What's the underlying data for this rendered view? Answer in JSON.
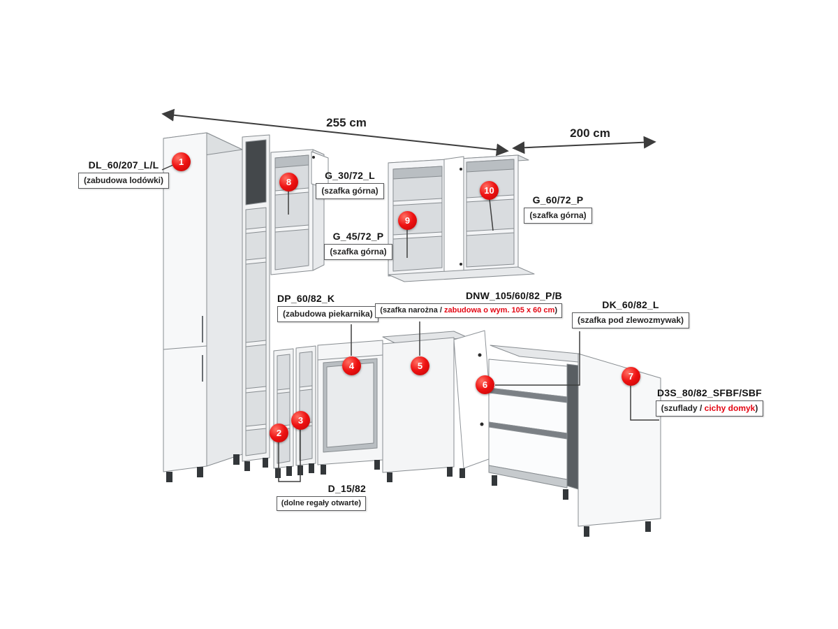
{
  "dimensions": {
    "width_label": "255 cm",
    "depth_label": "200 cm"
  },
  "colors": {
    "marker_red": "#e30613",
    "accent_red": "#e30613",
    "line_dark": "#3e3e3e",
    "cabinet_stroke": "#878c90"
  },
  "markers": [
    "1",
    "2",
    "3",
    "4",
    "5",
    "6",
    "7",
    "8",
    "9",
    "10"
  ],
  "labels": {
    "dl": {
      "code": "DL_60/207_L/L",
      "desc": "(zabudowa lodówki)"
    },
    "g30": {
      "code": "G_30/72_L",
      "desc": "(szafka górna)"
    },
    "g45": {
      "code": "G_45/72_P",
      "desc": "(szafka górna)"
    },
    "g60": {
      "code": "G_60/72_P",
      "desc": "(szafka górna)"
    },
    "dp": {
      "code": "DP_60/82_K",
      "desc": "(zabudowa piekarnika)"
    },
    "dnw": {
      "code": "DNW_105/60/82_P/B",
      "desc_prefix": "(szafka narożna / ",
      "desc_red": "zabudowa o wym. 105 x 60 cm",
      "desc_suffix": ")"
    },
    "dk": {
      "code": "DK_60/82_L",
      "desc": "(szafka pod zlewozmywak)"
    },
    "d3s": {
      "code": "D3S_80/82_SFBF/SBF",
      "desc_prefix": "(szuflady / ",
      "desc_red": "cichy domyk",
      "desc_suffix": ")"
    },
    "d15": {
      "code": "D_15/82",
      "desc": "(dolne regały otwarte)"
    }
  }
}
